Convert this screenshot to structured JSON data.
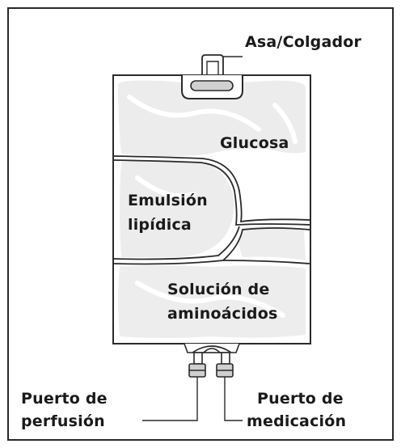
{
  "labels": {
    "hanger": "Asa/Colgador",
    "glucose": "Glucosa",
    "lipid_line1": "Emulsión",
    "lipid_line2": "lipídica",
    "amino_line1": "Solución de",
    "amino_line2": "aminoácidos",
    "infusion_line1": "Puerto de",
    "infusion_line2": "perfusión",
    "medication_line1": "Puerto de",
    "medication_line2": "medicación"
  },
  "colors": {
    "outline": "#2a2a2a",
    "shading": "#d9d9d9",
    "background": "#ffffff"
  }
}
